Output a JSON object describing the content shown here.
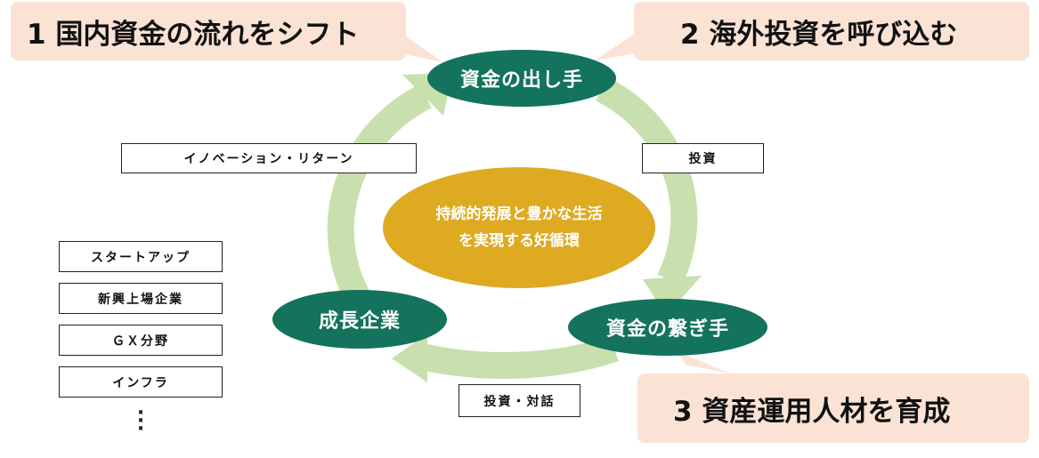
{
  "callouts": {
    "one": "1 国内資金の流れをシフト",
    "two": "2 海外投資を呼び込む",
    "three": "3 資産運用人材を育成"
  },
  "nodes": {
    "provider": "資金の出し手",
    "connector": "資金の繋ぎ手",
    "growth": "成長企業"
  },
  "center": {
    "line1": "持続的発展と豊かな生活",
    "line2": "を実現する好循環"
  },
  "labels": {
    "innovation_return": "イノベーション・リターン",
    "investment": "投資",
    "investment_dialogue": "投資・対話"
  },
  "company_list": [
    "スタートアップ",
    "新興上場企業",
    "ＧＸ分野",
    "インフラ"
  ],
  "colors": {
    "node": "#13735c",
    "center": "#deaa22",
    "callout": "#fae3d5",
    "arrow": "#c7e0ad"
  }
}
